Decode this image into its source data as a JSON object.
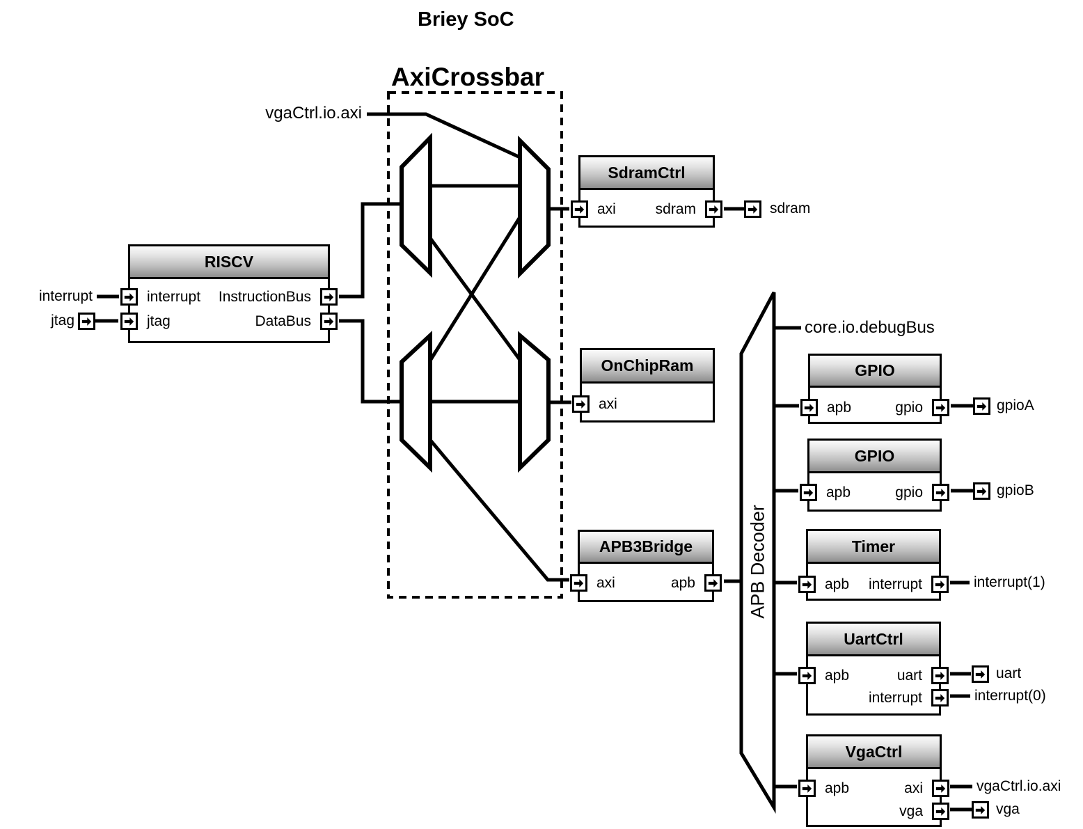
{
  "title": "Briey SoC",
  "crossbar": {
    "label": "AxiCrossbar",
    "input_label": "vgaCtrl.io.axi"
  },
  "decoder": {
    "label": "APB Decoder",
    "debug_bus_label": "core.io.debugBus"
  },
  "blocks": {
    "riscv": {
      "title": "RISCV",
      "ports": {
        "interrupt": "interrupt",
        "jtag": "jtag",
        "instruction_bus": "InstructionBus",
        "data_bus": "DataBus"
      }
    },
    "sdram_ctrl": {
      "title": "SdramCtrl",
      "ports": {
        "axi": "axi",
        "sdram": "sdram"
      }
    },
    "on_chip_ram": {
      "title": "OnChipRam",
      "ports": {
        "axi": "axi"
      }
    },
    "apb3_bridge": {
      "title": "APB3Bridge",
      "ports": {
        "axi": "axi",
        "apb": "apb"
      }
    },
    "gpio_a": {
      "title": "GPIO",
      "ports": {
        "apb": "apb",
        "gpio": "gpio"
      }
    },
    "gpio_b": {
      "title": "GPIO",
      "ports": {
        "apb": "apb",
        "gpio": "gpio"
      }
    },
    "timer": {
      "title": "Timer",
      "ports": {
        "apb": "apb",
        "interrupt": "interrupt"
      }
    },
    "uart_ctrl": {
      "title": "UartCtrl",
      "ports": {
        "apb": "apb",
        "uart": "uart",
        "interrupt": "interrupt"
      }
    },
    "vga_ctrl": {
      "title": "VgaCtrl",
      "ports": {
        "apb": "apb",
        "axi": "axi",
        "vga": "vga"
      }
    }
  },
  "externals": {
    "interrupt_in": "interrupt",
    "jtag_in": "jtag",
    "sdram_out": "sdram",
    "gpio_a_out": "gpioA",
    "gpio_b_out": "gpioB",
    "timer_interrupt_out": "interrupt(1)",
    "uart_out": "uart",
    "uart_interrupt_out": "interrupt(0)",
    "vga_axi_out": "vgaCtrl.io.axi",
    "vga_out": "vga"
  },
  "colors": {
    "stroke": "#000000",
    "header_top": "#fbfbfb",
    "header_bottom": "#8e8e8e",
    "background": "#ffffff"
  }
}
